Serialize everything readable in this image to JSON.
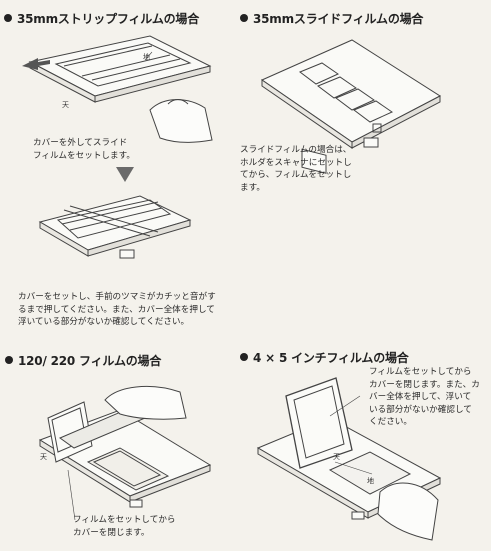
{
  "sections": {
    "strip35": {
      "heading": "35mmストリップフィルムの場合",
      "caption1": [
        "カバーを外してスライド",
        "フィルムをセットします。"
      ],
      "caption2": [
        "カバーをセットし、手前のツマミがカチッと音がす",
        "るまで押してください。また、カバー全体を押して",
        "浮いている部分がないか確認してください。"
      ],
      "label_top": "地",
      "label_bottom": "天"
    },
    "slide35": {
      "heading": "35mmスライドフィルムの場合",
      "caption": [
        "スライドフィルムの場合は、",
        "ホルダをスキャナにセットし",
        "てから、フィルムをセットし",
        "ます。"
      ]
    },
    "film120": {
      "heading": "120/ 220 フィルムの場合",
      "caption": [
        "フィルムをセットしてから",
        "カバーを閉じます。"
      ],
      "label_left": "天"
    },
    "film4x5": {
      "heading": "4 × 5 インチフィルムの場合",
      "caption": [
        "フィルムをセットしてから",
        "カバーを閉じます。また、カ",
        "バー全体を押して、浮いて",
        "いる部分がないか確認して",
        "ください。"
      ],
      "label_top": "天",
      "label_bottom": "地"
    }
  },
  "colors": {
    "background": "#f4f2ec",
    "ink": "#222222",
    "arrow": "#6a6a6a"
  }
}
